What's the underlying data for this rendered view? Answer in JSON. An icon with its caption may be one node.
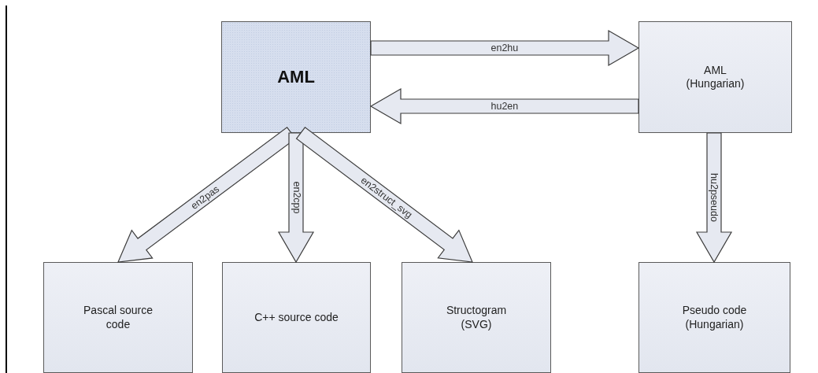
{
  "diagram": {
    "nodes": [
      {
        "text": [
          "AML"
        ]
      },
      {
        "text": [
          "AML (Hungarian)"
        ]
      },
      {
        "text": [
          "Pascal source code"
        ]
      },
      {
        "text": [
          "C++ source code"
        ]
      },
      {
        "text": [
          "Structogram (SVG)"
        ]
      },
      {
        "text": [
          "Pseudo code (Hungarian)"
        ]
      }
    ],
    "edges": [
      {
        "from": 0,
        "to": 1,
        "arrow": "to",
        "label": "en2hu"
      },
      {
        "from": 1,
        "to": 0,
        "arrow": "to",
        "label": "hu2en"
      },
      {
        "from": 0,
        "to": 2,
        "arrow": "to",
        "label": "en2pas"
      },
      {
        "from": 0,
        "to": 3,
        "arrow": "to",
        "label": "en2cpp"
      },
      {
        "from": 0,
        "to": 4,
        "arrow": "to",
        "label": "en2struct_svg"
      },
      {
        "from": 1,
        "to": 5,
        "arrow": "to",
        "label": "hu2pseudo"
      }
    ]
  }
}
